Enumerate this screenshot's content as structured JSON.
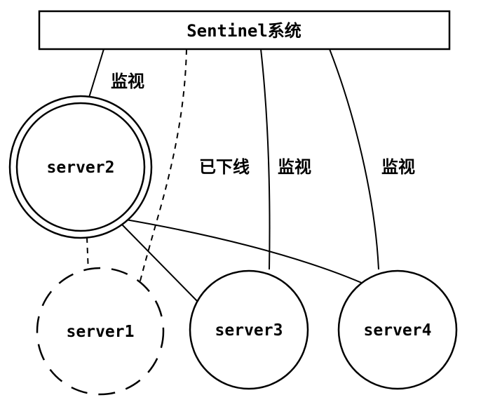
{
  "sentinel": {
    "label": "Sentinel系统"
  },
  "servers": {
    "server1": {
      "label": "server1",
      "status": "offline"
    },
    "server2": {
      "label": "server2",
      "status": "master"
    },
    "server3": {
      "label": "server3",
      "status": "online"
    },
    "server4": {
      "label": "server4",
      "status": "online"
    }
  },
  "edge_labels": {
    "monitor_server2": "监视",
    "offline_server1": "已下线",
    "monitor_server3": "监视",
    "monitor_server4": "监视"
  },
  "colors": {
    "stroke": "#000000",
    "background": "#ffffff"
  }
}
